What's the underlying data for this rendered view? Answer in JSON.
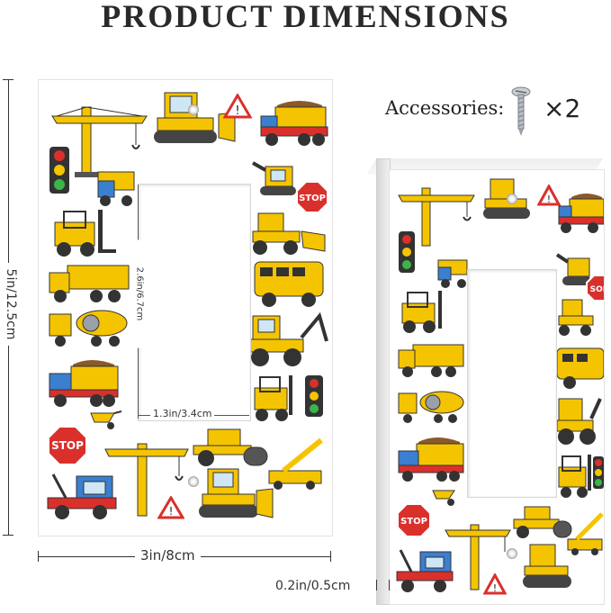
{
  "title": "PRODUCT DIMENSIONS",
  "accessories": {
    "label": "Accessories:",
    "multiplier": "×",
    "count": "2"
  },
  "dimensions": {
    "height": "5in/12.5cm",
    "width": "3in/8cm",
    "opening_height": "2.6in/6.7cm",
    "opening_width": "1.3in/3.4cm",
    "thickness": "0.2in/0.5cm"
  },
  "signs": {
    "stop": "STOP",
    "stop_cropped": "SOP"
  },
  "icons": [
    "crane-icon",
    "bulldozer-icon",
    "warning-sign-icon",
    "dump-truck-icon",
    "traffic-light-icon",
    "stop-sign-icon",
    "forklift-icon",
    "excavator-icon",
    "school-bus-icon",
    "cement-mixer-icon",
    "wheelbarrow-icon",
    "tow-truck-icon",
    "road-roller-icon",
    "screw-icon"
  ],
  "colors": {
    "yellow": "#f5c400",
    "red": "#d9302c",
    "blue": "#3a7fd0",
    "dark": "#333333"
  }
}
